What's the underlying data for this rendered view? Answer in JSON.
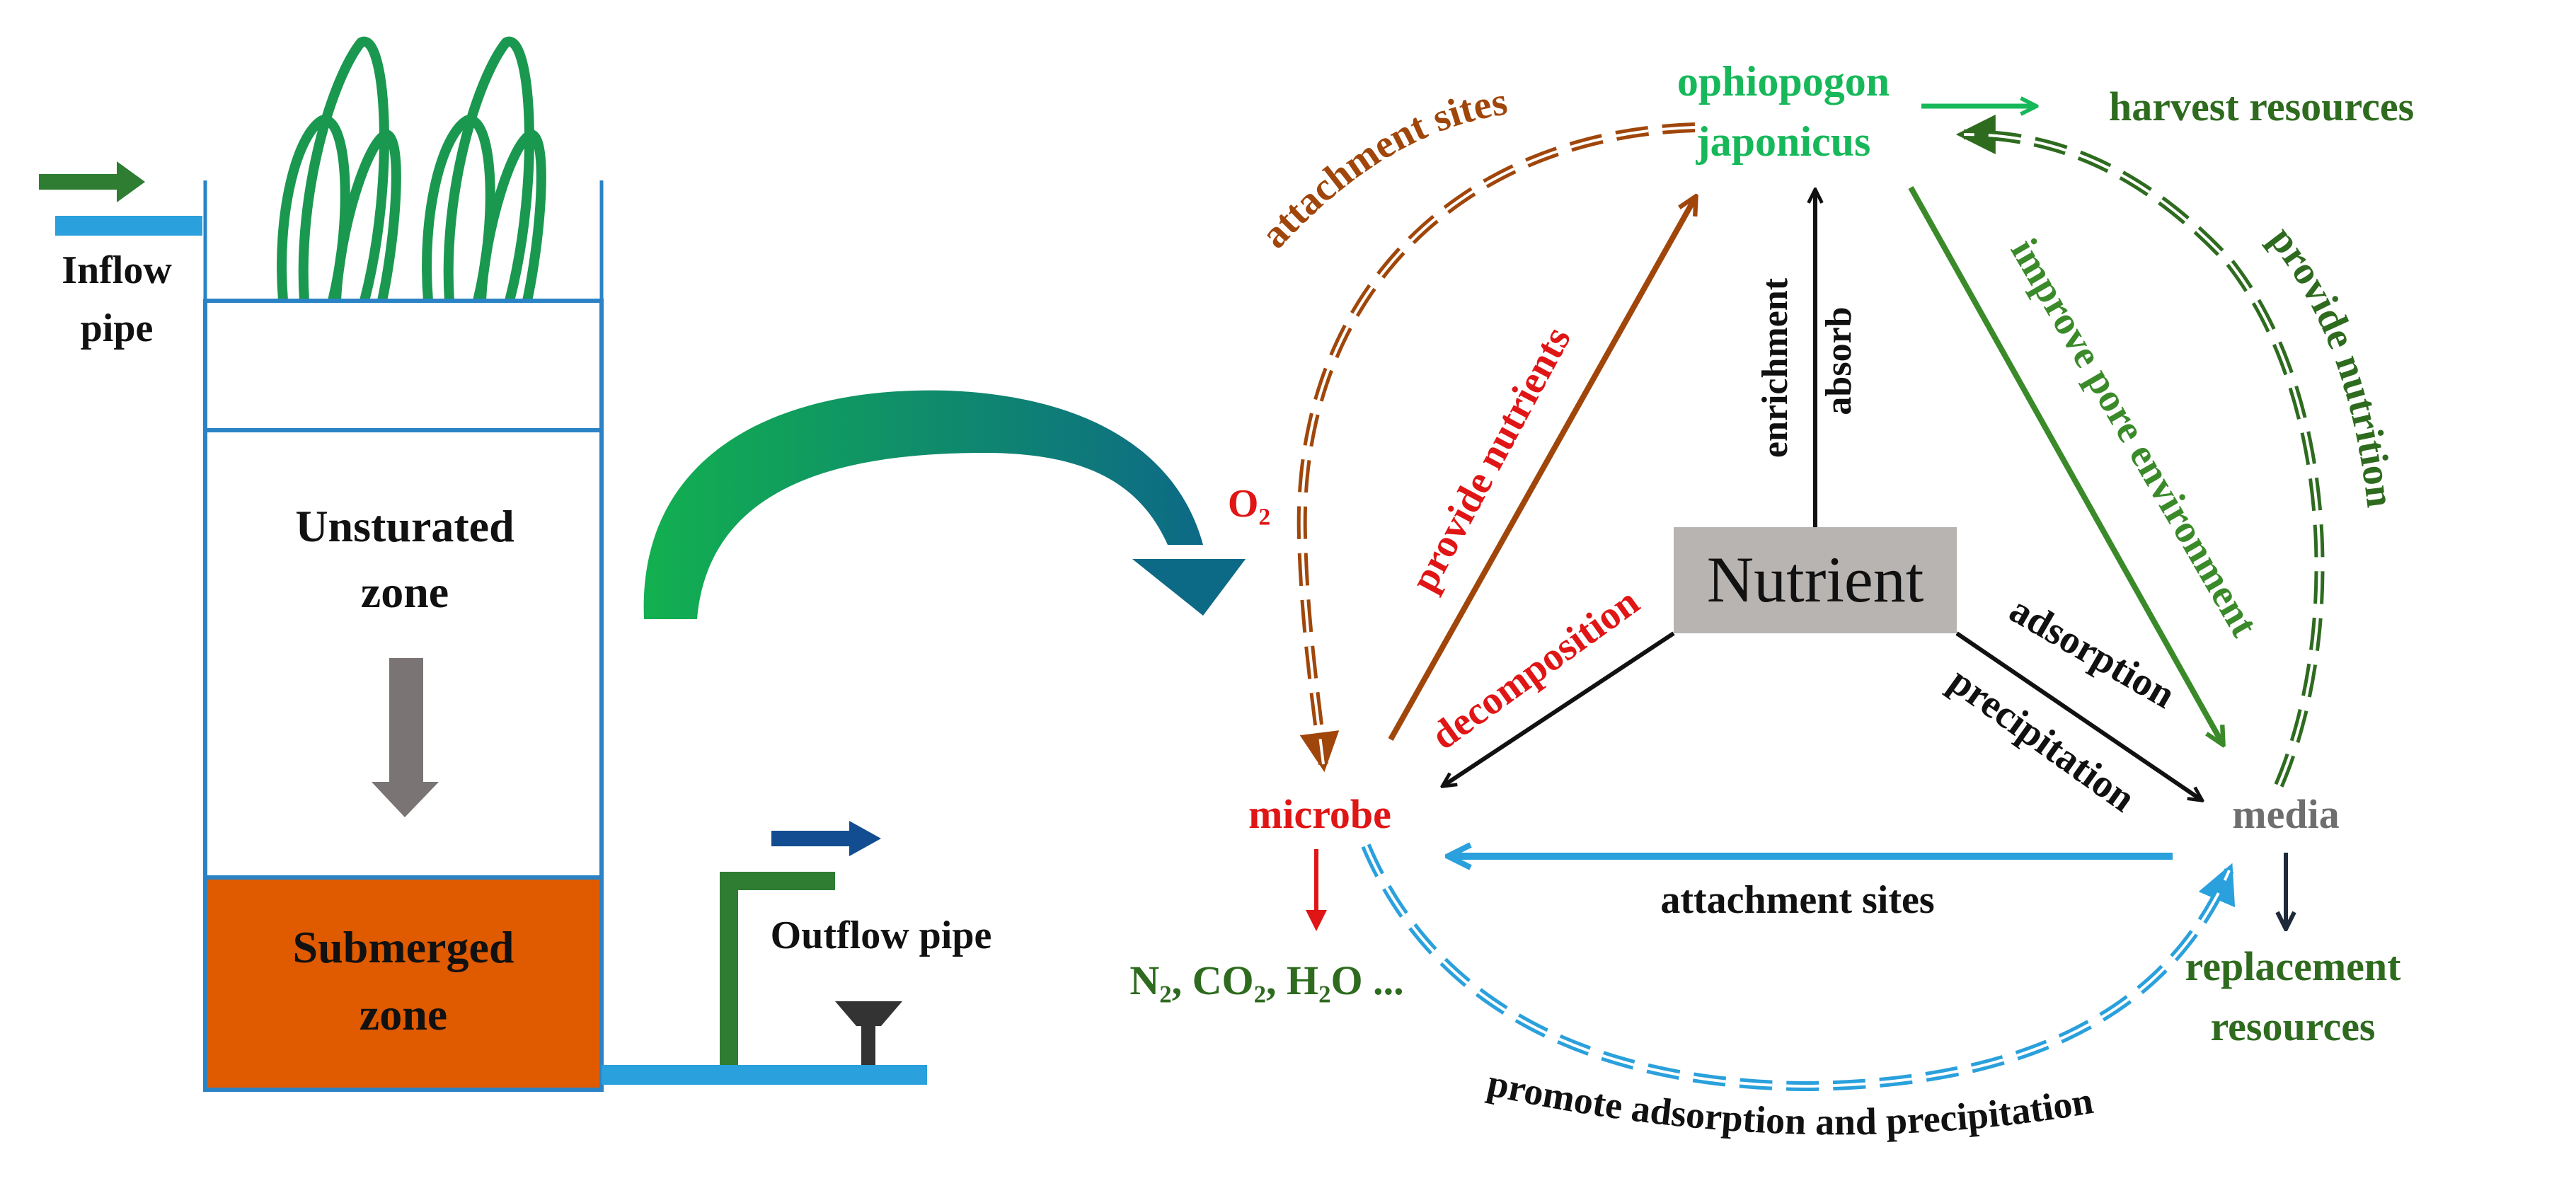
{
  "colors": {
    "plant_green": "#1a9850",
    "dark_green": "#2e6b1f",
    "mid_green": "#3a8a2a",
    "pipe_blue": "#2aa0dc",
    "navy_arrow": "#124d91",
    "orange_zone": "#e05a00",
    "brown": "#a0460a",
    "red": "#e01515",
    "teal_text": "#17b85a",
    "gray_box": "#b8b4b2",
    "gray_text": "#6e6e6e",
    "black": "#111111"
  },
  "icons": {
    "plant": "grass-loops-icon",
    "flow_arrow": "right-arrow-icon",
    "valve": "valve-icon",
    "big_arrow": "curved-arrow-icon"
  },
  "left": {
    "inflow_label": [
      "Inflow",
      "pipe"
    ],
    "unsaturated_label": [
      "Unsturated",
      "zone"
    ],
    "submerged_label": [
      "Submerged",
      "zone"
    ],
    "outflow_label": "Outflow pipe"
  },
  "cycle": {
    "center": "Nutrient",
    "plant": [
      "ophiopogon",
      "japonicus"
    ],
    "microbe": "microbe",
    "media": "media",
    "harvest": "harvest resources",
    "replacement": [
      "replacement",
      "resources"
    ],
    "products": "N₂, CO₂, H₂O ...",
    "o2": "O₂"
  },
  "edges": {
    "enrichment": "enrichment",
    "absorb": "absorb",
    "provide_nutrients": "provide nutrients",
    "decomposition": "decomposition",
    "adsorption": "adsorption",
    "precipitation": "precipitation",
    "improve_pore": "improve pore environment",
    "attachment_bottom": "attachment sites",
    "attachment_arc": "attachment sites",
    "provide_nutrition": "provide nutrition",
    "promote": "promote adsorption and precipitation"
  }
}
